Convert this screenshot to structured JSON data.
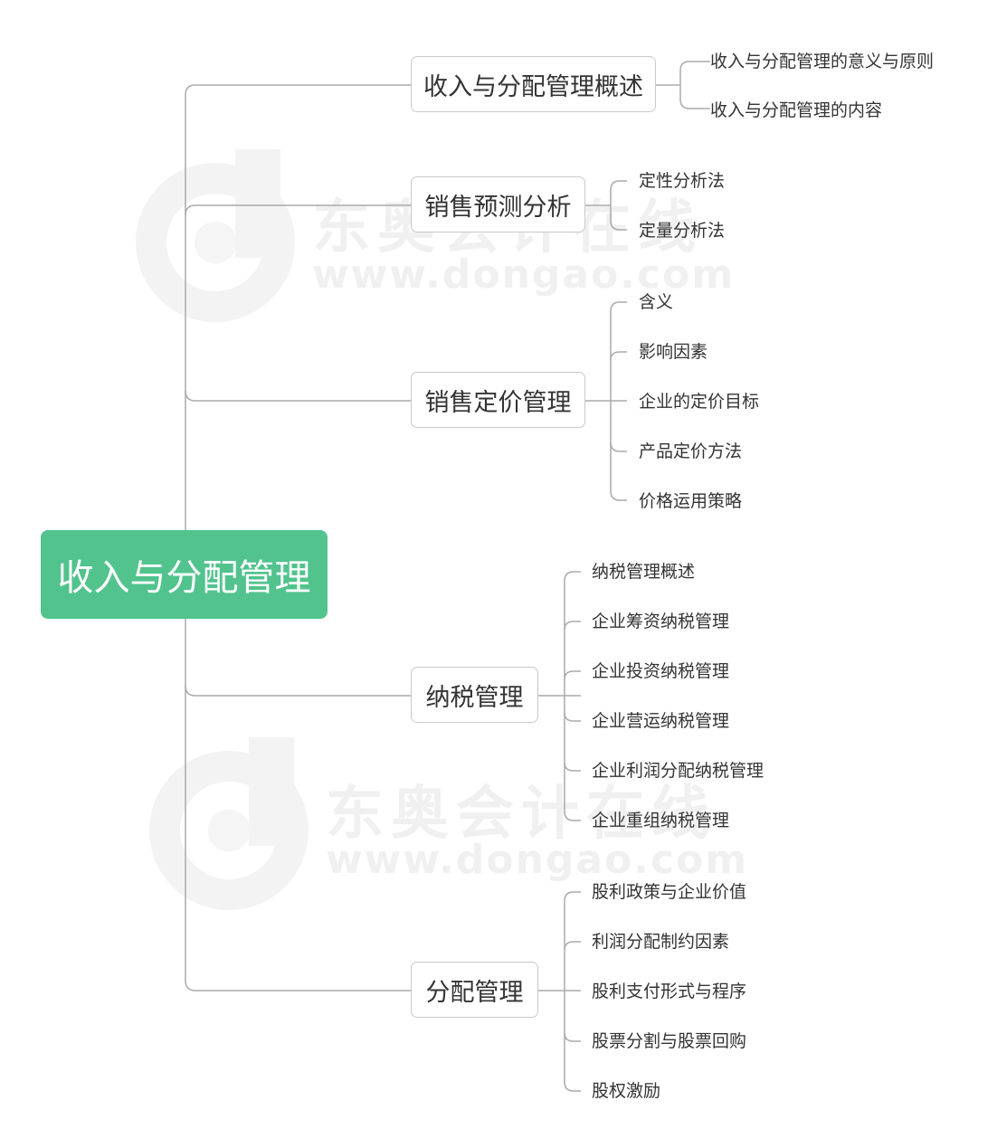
{
  "watermark": {
    "brand": "东奥会计在线",
    "url": "www.dongao.com"
  },
  "colors": {
    "root_bg": "#52c38d",
    "root_text": "#ffffff",
    "line": "#aaaaaa",
    "branch_border": "#c9c9c9",
    "text": "#333333"
  },
  "root": {
    "label": "收入与分配管理"
  },
  "branches": [
    {
      "label": "收入与分配管理概述",
      "children": [
        "收入与分配管理的意义与原则",
        "收入与分配管理的内容"
      ]
    },
    {
      "label": "销售预测分析",
      "children": [
        "定性分析法",
        "定量分析法"
      ]
    },
    {
      "label": "销售定价管理",
      "children": [
        "含义",
        "影响因素",
        "企业的定价目标",
        "产品定价方法",
        "价格运用策略"
      ]
    },
    {
      "label": "纳税管理",
      "children": [
        "纳税管理概述",
        "企业筹资纳税管理",
        "企业投资纳税管理",
        "企业营运纳税管理",
        "企业利润分配纳税管理",
        "企业重组纳税管理"
      ]
    },
    {
      "label": "分配管理",
      "children": [
        "股利政策与企业价值",
        "利润分配制约因素",
        "股利支付形式与程序",
        "股票分割与股票回购",
        "股权激励"
      ]
    }
  ]
}
